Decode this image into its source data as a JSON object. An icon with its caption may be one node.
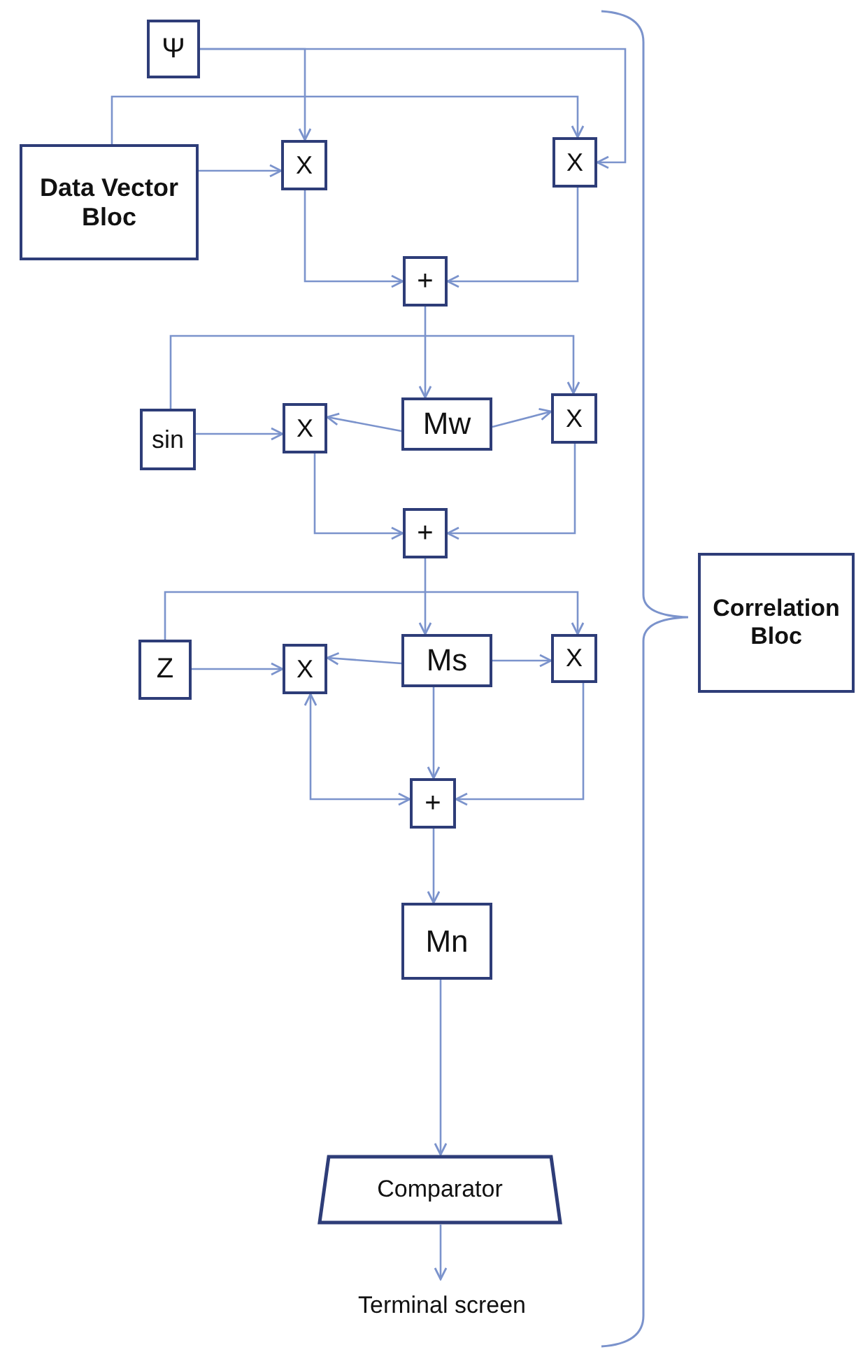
{
  "diagram": {
    "nodes": [
      {
        "text": [
          "Ψ"
        ]
      },
      {
        "text": [
          "Data Vector Bloc"
        ]
      },
      {
        "text": [
          "X"
        ]
      },
      {
        "text": [
          "X"
        ]
      },
      {
        "text": [
          "+"
        ]
      },
      {
        "text": [
          "sin"
        ]
      },
      {
        "text": [
          "X"
        ]
      },
      {
        "text": [
          "Mw"
        ]
      },
      {
        "text": [
          "X"
        ]
      },
      {
        "text": [
          "+"
        ]
      },
      {
        "text": [
          "Z"
        ]
      },
      {
        "text": [
          "X"
        ]
      },
      {
        "text": [
          "Ms"
        ]
      },
      {
        "text": [
          "X"
        ]
      },
      {
        "text": [
          "+"
        ]
      },
      {
        "text": [
          "Mn"
        ]
      },
      {
        "text": [
          "Comparator"
        ]
      },
      {
        "text": [
          "Terminal screen"
        ]
      },
      {
        "text": [
          "Correlation Bloc"
        ]
      }
    ],
    "edges": [
      {
        "from": 0,
        "to": 2,
        "arrow": "to"
      },
      {
        "from": 0,
        "to": 3,
        "arrow": "to"
      },
      {
        "from": 1,
        "to": 2,
        "arrow": "to"
      },
      {
        "from": 1,
        "to": 3,
        "arrow": "to"
      },
      {
        "from": 2,
        "to": 4,
        "arrow": "to"
      },
      {
        "from": 3,
        "to": 4,
        "arrow": "to"
      },
      {
        "from": 4,
        "to": 7,
        "arrow": "to"
      },
      {
        "from": 5,
        "to": 6,
        "arrow": "to"
      },
      {
        "from": 5,
        "to": 8,
        "arrow": "to"
      },
      {
        "from": 7,
        "to": 6,
        "arrow": "to"
      },
      {
        "from": 7,
        "to": 8,
        "arrow": "to"
      },
      {
        "from": 6,
        "to": 9,
        "arrow": "to"
      },
      {
        "from": 8,
        "to": 9,
        "arrow": "to"
      },
      {
        "from": 9,
        "to": 12,
        "arrow": "to"
      },
      {
        "from": 10,
        "to": 11,
        "arrow": "to"
      },
      {
        "from": 10,
        "to": 13,
        "arrow": "to"
      },
      {
        "from": 12,
        "to": 11,
        "arrow": "to"
      },
      {
        "from": 12,
        "to": 13,
        "arrow": "to"
      },
      {
        "from": 11,
        "to": 14,
        "arrow": "both"
      },
      {
        "from": 13,
        "to": 14,
        "arrow": "to"
      },
      {
        "from": 12,
        "to": 14,
        "arrow": "to"
      },
      {
        "from": 14,
        "to": 15,
        "arrow": "to"
      },
      {
        "from": 15,
        "to": 16,
        "arrow": "to"
      },
      {
        "from": 16,
        "to": 17,
        "arrow": "to"
      }
    ]
  }
}
